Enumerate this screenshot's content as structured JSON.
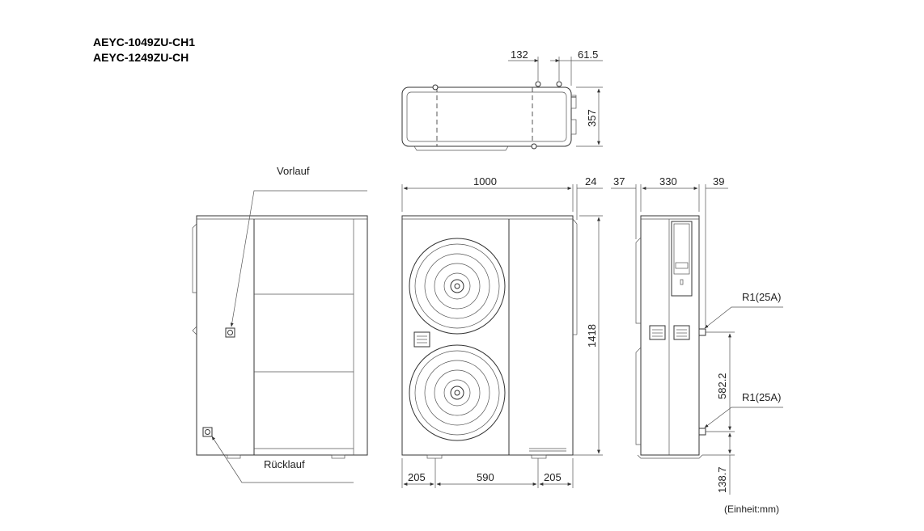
{
  "models": [
    "AEYC-1049ZU-CH1",
    "AEYC-1249ZU-CH"
  ],
  "labels": {
    "flow": "Vorlauf",
    "return": "Rücklauf",
    "connection_top": "R1(25A)",
    "connection_bottom": "R1(25A)",
    "unit": "(Einheit:mm)"
  },
  "dimensions": {
    "top_132": "132",
    "top_61_5": "61.5",
    "top_357": "357",
    "front_1000": "1000",
    "front_24": "24",
    "front_1418": "1418",
    "front_205_left": "205",
    "front_590": "590",
    "front_205_right": "205",
    "side_37": "37",
    "side_330": "330",
    "side_39": "39",
    "side_582_2": "582.2",
    "side_138_7": "138.7"
  }
}
